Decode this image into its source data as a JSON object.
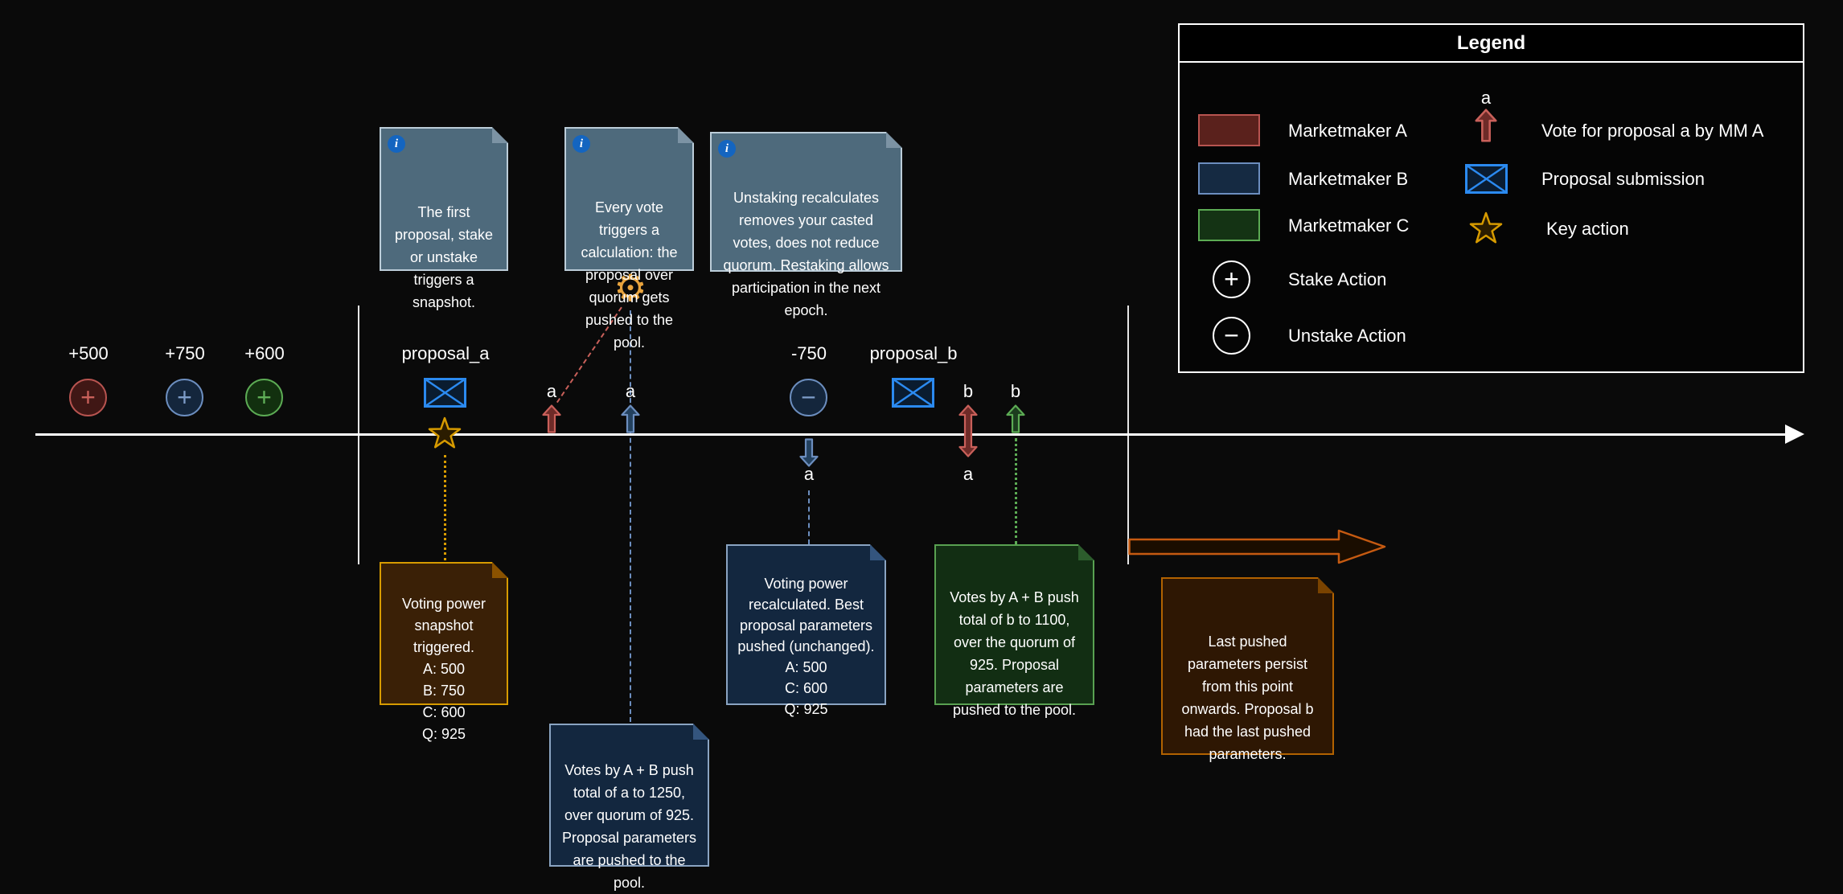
{
  "legend": {
    "title": "Legend",
    "marketmaker_a": "Marketmaker A",
    "marketmaker_b": "Marketmaker B",
    "marketmaker_c": "Marketmaker C",
    "stake_action": "Stake Action",
    "unstake_action": "Unstake Action",
    "vote_glyph": "a",
    "vote_desc": "Vote for proposal a by MM A",
    "proposal_desc": "Proposal submission",
    "key_action_desc": "Key action"
  },
  "timeline": {
    "stake_a": "+500",
    "stake_b": "+750",
    "stake_c": "+600",
    "proposal_a": "proposal_a",
    "proposal_b": "proposal_b",
    "unstake_b": "-750",
    "vote_a_mm_a": "a",
    "vote_a_mm_b": "a",
    "vote_a_removed": "a",
    "vote_b_mm_a": "b",
    "vote_a_mm_a_removed": "a",
    "vote_b_mm_c": "b"
  },
  "icons": {
    "info": "i",
    "gear": "⚙",
    "plus": "+",
    "minus": "−"
  },
  "notes": {
    "info_first_proposal": "The first proposal, stake or unstake triggers a snapshot.",
    "info_every_vote": "Every vote triggers a calculation: the proposal over quorum gets pushed to the pool.",
    "info_unstaking": "Unstaking recalculates removes your casted votes, does not reduce quorum. Restaking allows participation in the next epoch.",
    "snapshot": "Voting power snapshot triggered.\nA: 500\nB: 750\nC: 600\nQ: 925",
    "votes_a_push": "Votes by A + B push total of a to 1250, over quorum of 925. Proposal parameters are pushed to the pool.",
    "recalc": "Voting power recalculated. Best proposal parameters pushed (unchanged).\nA: 500\nC: 600\nQ: 925",
    "votes_b_push": "Votes by A + B push total of b to 1100, over the quorum of 925. Proposal parameters are pushed to the pool.",
    "last_params": "Last pushed parameters persist from this point onwards. Proposal b had the last pushed parameters."
  },
  "colors": {
    "marketmaker_a": "#b85450",
    "marketmaker_b": "#6c8ebf",
    "marketmaker_c": "#5cab54",
    "accent_orange": "#d79b00",
    "envelope_blue": "#2b8af0",
    "background": "#0a0a0a"
  }
}
